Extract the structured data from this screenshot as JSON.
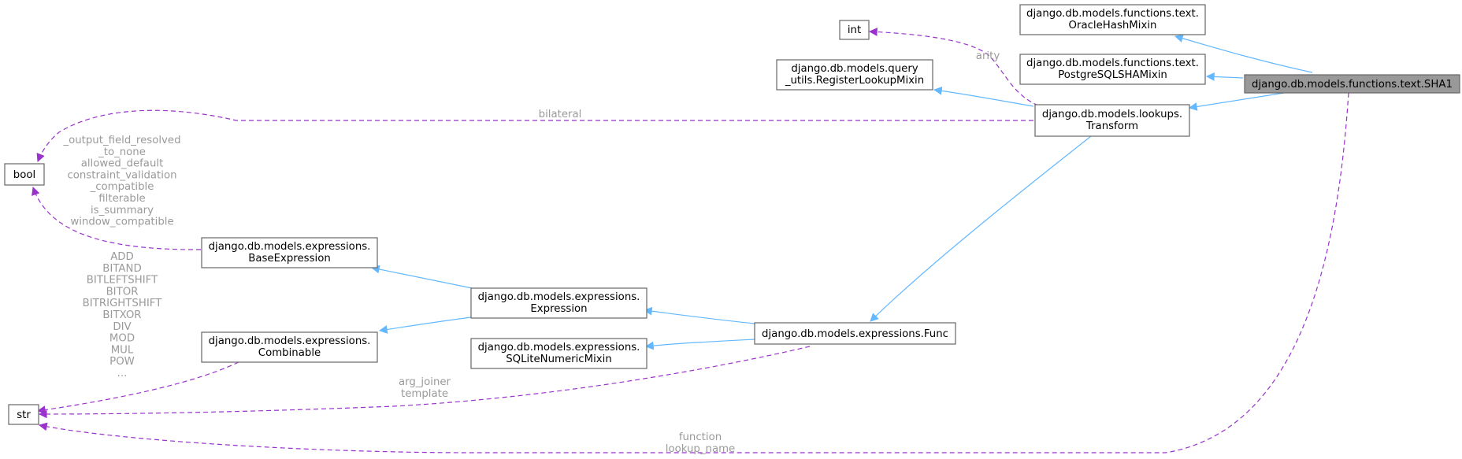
{
  "nodes": {
    "sha1": [
      "django.db.models.functions.text.SHA1"
    ],
    "oracle_hash_mixin": [
      "django.db.models.functions.text.",
      "OracleHashMixin"
    ],
    "postgresql_sha_mixin": [
      "django.db.models.functions.text.",
      "PostgreSQLSHAMixin"
    ],
    "int": [
      "int"
    ],
    "register_lookup_mixin": [
      "django.db.models.query",
      "_utils.RegisterLookupMixin"
    ],
    "transform": [
      "django.db.models.lookups.",
      "Transform"
    ],
    "bool": [
      "bool"
    ],
    "base_expression": [
      "django.db.models.expressions.",
      "BaseExpression"
    ],
    "expression": [
      "django.db.models.expressions.",
      "Expression"
    ],
    "combinable": [
      "django.db.models.expressions.",
      "Combinable"
    ],
    "sqlite_numeric_mixin": [
      "django.db.models.expressions.",
      "SQLiteNumericMixin"
    ],
    "func": [
      "django.db.models.expressions.Func"
    ],
    "str": [
      "str"
    ]
  },
  "edge_labels": {
    "arity": [
      "arity"
    ],
    "bilateral": [
      "bilateral"
    ],
    "base_expression_bools": [
      "_output_field_resolved",
      "_to_none",
      "allowed_default",
      "constraint_validation",
      "_compatible",
      "filterable",
      "is_summary",
      "window_compatible"
    ],
    "combinable_strs": [
      "ADD",
      "BITAND",
      "BITLEFTSHIFT",
      "BITOR",
      "BITRIGHTSHIFT",
      "BITXOR",
      "DIV",
      "MOD",
      "MUL",
      "POW",
      "..."
    ],
    "func_strs": [
      "arg_joiner",
      "template"
    ],
    "sha1_strs": [
      "function",
      "lookup_name"
    ]
  },
  "colors": {
    "inheritance_edge": "#63b8ff",
    "usage_edge": "#9a32cd",
    "focus_node_fill": "#999999",
    "node_border": "#666666",
    "edge_label_text": "#9a9a9a"
  }
}
